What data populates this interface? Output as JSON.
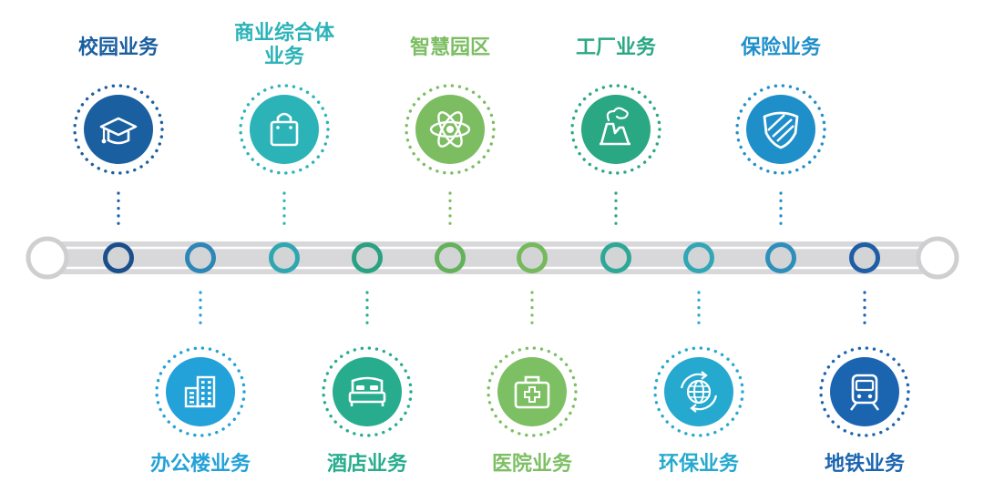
{
  "services_top": [
    {
      "id": "campus",
      "label": "校园业务",
      "icon": "graduation-cap-icon",
      "color": "#1a5fa0"
    },
    {
      "id": "commercial",
      "label": "商业综合体\n业务",
      "icon": "shopping-bag-icon",
      "color": "#2bb3b8"
    },
    {
      "id": "smart-park",
      "label": "智慧园区",
      "icon": "atom-icon",
      "color": "#7cbd62"
    },
    {
      "id": "factory",
      "label": "工厂业务",
      "icon": "factory-icon",
      "color": "#2aa783"
    },
    {
      "id": "insurance",
      "label": "保险业务",
      "icon": "shield-icon",
      "color": "#1f8fca"
    }
  ],
  "services_bottom": [
    {
      "id": "office",
      "label": "办公楼业务",
      "icon": "office-building-icon",
      "color": "#23a2d9"
    },
    {
      "id": "hotel",
      "label": "酒店业务",
      "icon": "bed-icon",
      "color": "#27ad8e"
    },
    {
      "id": "hospital",
      "label": "医院业务",
      "icon": "first-aid-kit-icon",
      "color": "#7dbf63"
    },
    {
      "id": "environment",
      "label": "环保业务",
      "icon": "recycle-globe-icon",
      "color": "#26a9cf"
    },
    {
      "id": "metro",
      "label": "地铁业务",
      "icon": "train-icon",
      "color": "#1b65b0"
    }
  ],
  "timeline_node_colors": [
    "#1a4f8c",
    "#2d86b6",
    "#2fa7b0",
    "#2aa183",
    "#63b25b",
    "#74b95c",
    "#2ea896",
    "#31a6b5",
    "#2e8fba",
    "#1f5ea4"
  ]
}
